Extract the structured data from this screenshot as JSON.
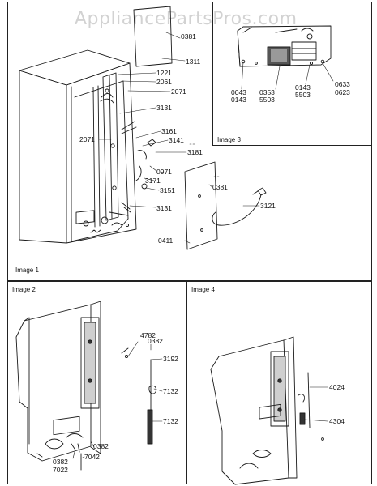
{
  "watermark": "AppliancePartsPros.com",
  "panels": {
    "image1": "Image 1",
    "image2": "Image 2",
    "image3": "Image 3",
    "image4": "Image 4"
  },
  "parts": {
    "p0381a": "0381",
    "p1311": "1311",
    "p1221": "1221",
    "p2061": "2061",
    "p2071a": "2071",
    "p3131a": "3131",
    "p2071b": "2071",
    "p3161": "3161",
    "p3141": "3141",
    "p3181": "3181",
    "p0971": "0971",
    "p3171": "3171",
    "p3151": "3151",
    "p0381b": "0381",
    "p3121": "3121",
    "p3131b": "3131",
    "p0411": "0411",
    "p0043": "0043",
    "p0143a": "0143",
    "p0353": "0353",
    "p5503a": "5503",
    "p0143b": "0143",
    "p5503b": "5503",
    "p0633": "0633",
    "p0623": "0623",
    "p4782": "4782",
    "p0382a": "0382",
    "p3192": "3192",
    "p7132a": "7132",
    "p7132b": "7132",
    "p0382b": "0382",
    "p7042": "7042",
    "p0382c": "0382",
    "p7022": "7022",
    "p4024": "4024",
    "p4304": "4304"
  }
}
